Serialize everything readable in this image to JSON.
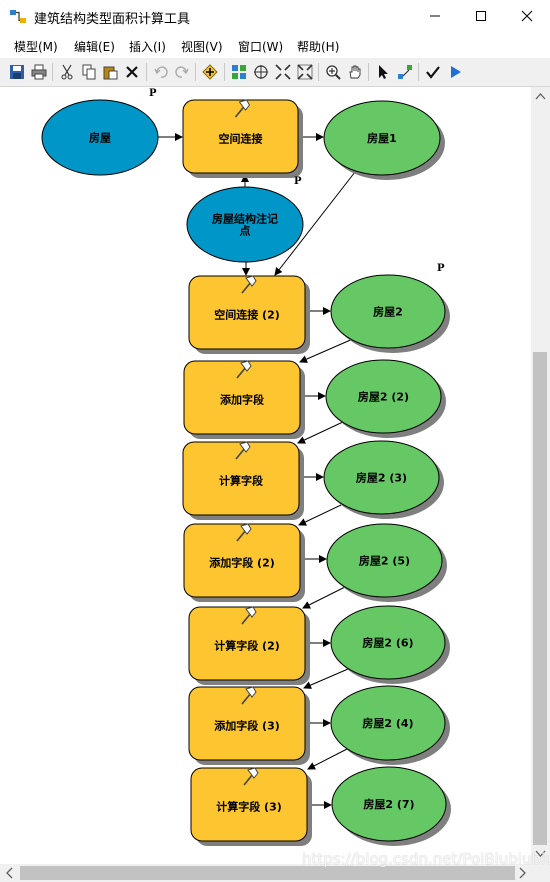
{
  "window": {
    "title": "建筑结构类型面积计算工具"
  },
  "menu": [
    "模型(M)",
    "编辑(E)",
    "插入(I)",
    "视图(V)",
    "窗口(W)",
    "帮助(H)"
  ],
  "toolbar": {
    "icons": [
      "save-icon",
      "print-icon",
      "cut-icon",
      "copy-icon",
      "paste-icon",
      "delete-icon",
      "undo-icon",
      "redo-icon",
      "add-data-icon",
      "auto-layout-icon",
      "full-extent-icon",
      "fixed-zoom-in-icon",
      "fixed-zoom-out-icon",
      "zoom-in-icon",
      "pan-icon",
      "select-icon",
      "connect-icon",
      "validate-icon",
      "run-icon"
    ]
  },
  "diagram": {
    "param_marker": "P",
    "nodes": [
      {
        "id": "n_house",
        "label": "房屋",
        "kind": "input"
      },
      {
        "id": "n_join1",
        "label": "空间连接",
        "kind": "tool"
      },
      {
        "id": "n_house1",
        "label": "房屋1",
        "kind": "output"
      },
      {
        "id": "n_struct",
        "label": "房屋结构注记点",
        "kind": "input"
      },
      {
        "id": "n_join2",
        "label": "空间连接 (2)",
        "kind": "tool"
      },
      {
        "id": "n_house2",
        "label": "房屋2",
        "kind": "output"
      },
      {
        "id": "n_add1",
        "label": "添加字段",
        "kind": "tool"
      },
      {
        "id": "n_house2_2",
        "label": "房屋2 (2)",
        "kind": "output"
      },
      {
        "id": "n_calc1",
        "label": "计算字段",
        "kind": "tool"
      },
      {
        "id": "n_house2_3",
        "label": "房屋2 (3)",
        "kind": "output"
      },
      {
        "id": "n_add2",
        "label": "添加字段 (2)",
        "kind": "tool"
      },
      {
        "id": "n_house2_5",
        "label": "房屋2 (5)",
        "kind": "output"
      },
      {
        "id": "n_calc2",
        "label": "计算字段 (2)",
        "kind": "tool"
      },
      {
        "id": "n_house2_6",
        "label": "房屋2 (6)",
        "kind": "output"
      },
      {
        "id": "n_add3",
        "label": "添加字段 (3)",
        "kind": "tool"
      },
      {
        "id": "n_house2_4",
        "label": "房屋2 (4)",
        "kind": "output"
      },
      {
        "id": "n_calc3",
        "label": "计算字段 (3)",
        "kind": "tool"
      },
      {
        "id": "n_house2_7",
        "label": "房屋2 (7)",
        "kind": "output"
      }
    ]
  },
  "watermark": "https://blog.csdn.net/PoiBiubiubiu",
  "colors": {
    "input_fill": "#0096c8",
    "tool_fill": "#fdc52f",
    "output_fill": "#65c864",
    "shadow": "#7f7f7f",
    "scrollbar": "#f0f0f0",
    "scroll_thumb": "#c2c2c2"
  }
}
